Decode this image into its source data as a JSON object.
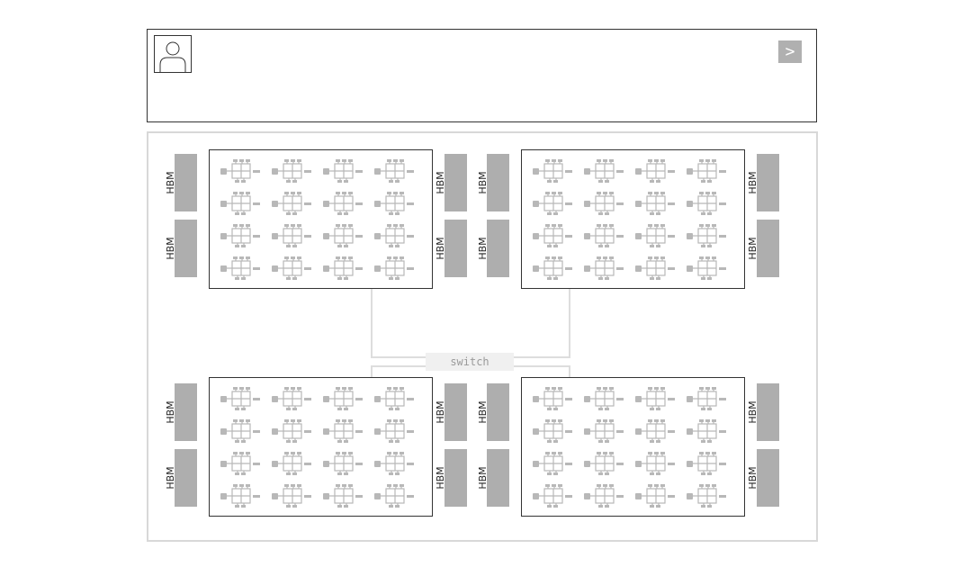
{
  "prompt": {
    "send_label": ">"
  },
  "server": {
    "switch_label": "switch",
    "memory_label": "HBM",
    "chips": [
      {
        "id": "chip-top-left"
      },
      {
        "id": "chip-top-right"
      },
      {
        "id": "chip-bottom-left"
      },
      {
        "id": "chip-bottom-right"
      }
    ],
    "cores_per_chip": {
      "rows": 4,
      "cols": 4
    }
  },
  "colors": {
    "outline": "#333333",
    "memory": "#aeaeae",
    "core": "#b8b8b8",
    "wire": "#dddddd",
    "switch_bg": "#f0f0f0",
    "switch_text": "#9a9a9a"
  }
}
